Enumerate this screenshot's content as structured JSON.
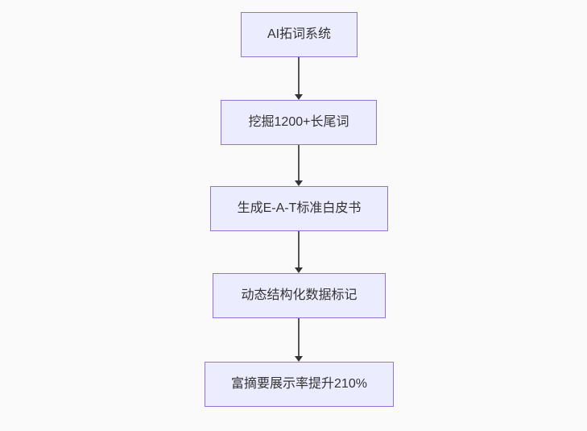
{
  "diagram": {
    "type": "flowchart",
    "direction": "top-down",
    "nodes": [
      {
        "id": "n1",
        "label": "AI拓词系统"
      },
      {
        "id": "n2",
        "label": "挖掘1200+长尾词"
      },
      {
        "id": "n3",
        "label": "生成E-A-T标准白皮书"
      },
      {
        "id": "n4",
        "label": "动态结构化数据标记"
      },
      {
        "id": "n5",
        "label": "富摘要展示率提升210%"
      }
    ],
    "edges": [
      {
        "from": "n1",
        "to": "n2"
      },
      {
        "from": "n2",
        "to": "n3"
      },
      {
        "from": "n3",
        "to": "n4"
      },
      {
        "from": "n4",
        "to": "n5"
      }
    ],
    "colors": {
      "node_fill": "#ECECFF",
      "node_border": "#9370DB",
      "text": "#333333",
      "arrow_line": "#555555",
      "arrow_head": "#333333",
      "background": "#fafafa"
    }
  }
}
